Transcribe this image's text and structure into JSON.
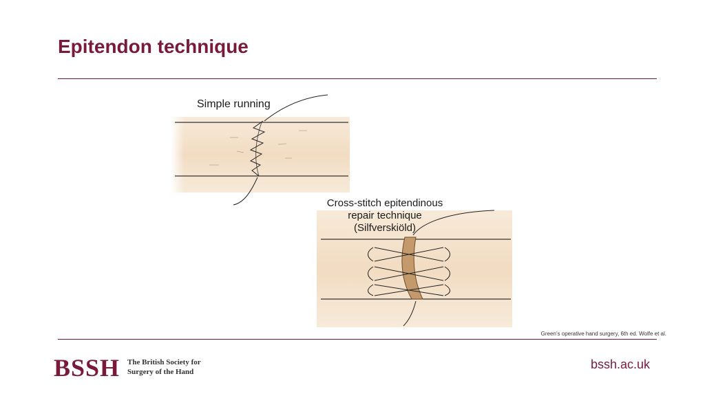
{
  "slide": {
    "title": "Epitendon technique",
    "figure": {
      "label_simple": "Simple running",
      "label_cross_line1": "Cross-stitch epitendinous",
      "label_cross_line2": "repair technique",
      "label_cross_line3": "(Silfverskiöld)"
    },
    "citation": "Green’s operative hand surgery, 6th ed. Wolfe et al.",
    "footer": {
      "logo_mark": "BSSH",
      "logo_line1": "The British Society for",
      "logo_line2": "Surgery of the Hand",
      "website": "bssh.ac.uk"
    }
  }
}
